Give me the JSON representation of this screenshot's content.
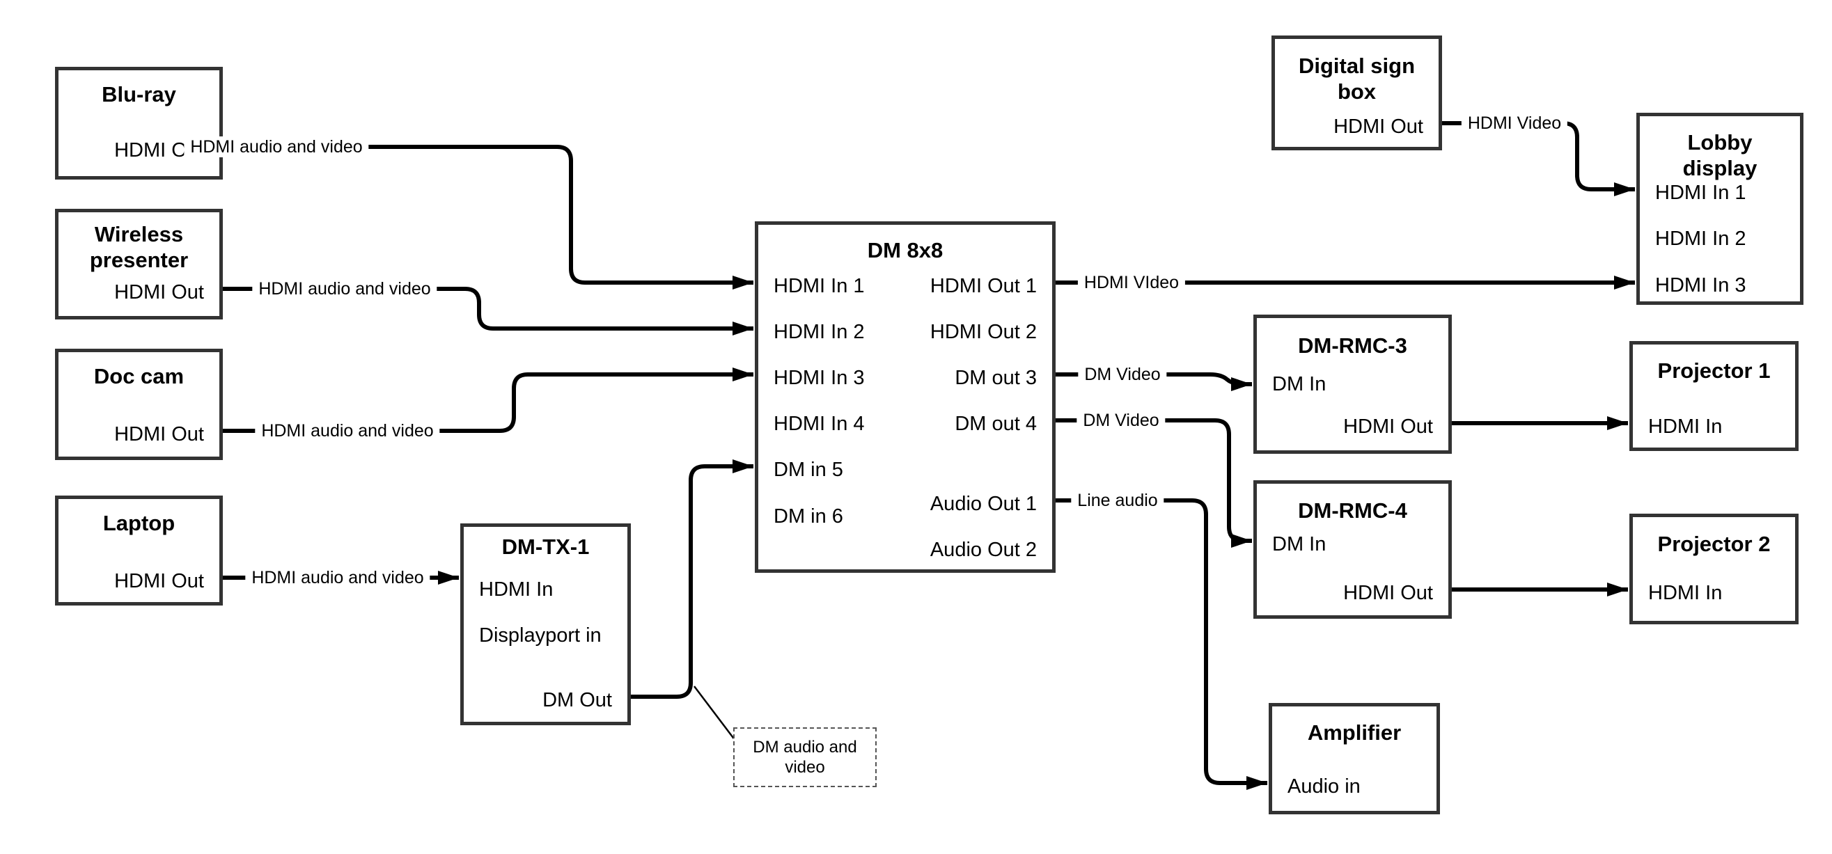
{
  "colors": {
    "background": "#ffffff",
    "box_border": "#333333",
    "wire": "#000000",
    "text": "#000000"
  },
  "nodes": {
    "bluray": {
      "title": "Blu-ray",
      "port_hdmi_out": "HDMI Out"
    },
    "wireless": {
      "title": "Wireless\npresenter",
      "port_hdmi_out": "HDMI Out"
    },
    "doccam": {
      "title": "Doc cam",
      "port_hdmi_out": "HDMI Out"
    },
    "laptop": {
      "title": "Laptop",
      "port_hdmi_out": "HDMI Out"
    },
    "dmtx1": {
      "title": "DM-TX-1",
      "port_hdmi_in": "HDMI In",
      "port_dp_in": "Displayport in",
      "port_dm_out": "DM Out"
    },
    "dm8x8": {
      "title": "DM 8x8",
      "inputs": [
        "HDMI In 1",
        "HDMI In 2",
        "HDMI In 3",
        "HDMI In 4",
        "DM in 5",
        "DM in 6"
      ],
      "outputs": [
        "HDMI Out 1",
        "HDMI Out 2",
        "DM out 3",
        "DM out 4",
        "Audio Out 1",
        "Audio Out 2"
      ]
    },
    "digitalsign": {
      "title": "Digital sign\nbox",
      "port_hdmi_out": "HDMI Out"
    },
    "lobby": {
      "title": "Lobby\ndisplay",
      "inputs": [
        "HDMI In 1",
        "HDMI In 2",
        "HDMI In 3"
      ]
    },
    "dmrmc3": {
      "title": "DM-RMC-3",
      "port_dm_in": "DM In",
      "port_hdmi_out": "HDMI Out"
    },
    "projector1": {
      "title": "Projector 1",
      "port_hdmi_in": "HDMI In"
    },
    "dmrmc4": {
      "title": "DM-RMC-4",
      "port_dm_in": "DM In",
      "port_hdmi_out": "HDMI Out"
    },
    "projector2": {
      "title": "Projector 2",
      "port_hdmi_in": "HDMI In"
    },
    "amplifier": {
      "title": "Amplifier",
      "port_audio_in": "Audio in"
    }
  },
  "edge_labels": {
    "bluray_dm": "HDMI audio and video",
    "wireless_dm": "HDMI audio and video",
    "doccam_dm": "HDMI audio and video",
    "laptop_tx": "HDMI audio and video",
    "hdmi_out1_lobby": "HDMI VIdeo",
    "dm_out3_rmc3": "DM Video",
    "dm_out4_rmc4": "DM Video",
    "audio_out1_amp": "Line audio",
    "sign_lobby": "HDMI Video"
  },
  "annotation": {
    "dm_av": "DM audio and\nvideo"
  }
}
